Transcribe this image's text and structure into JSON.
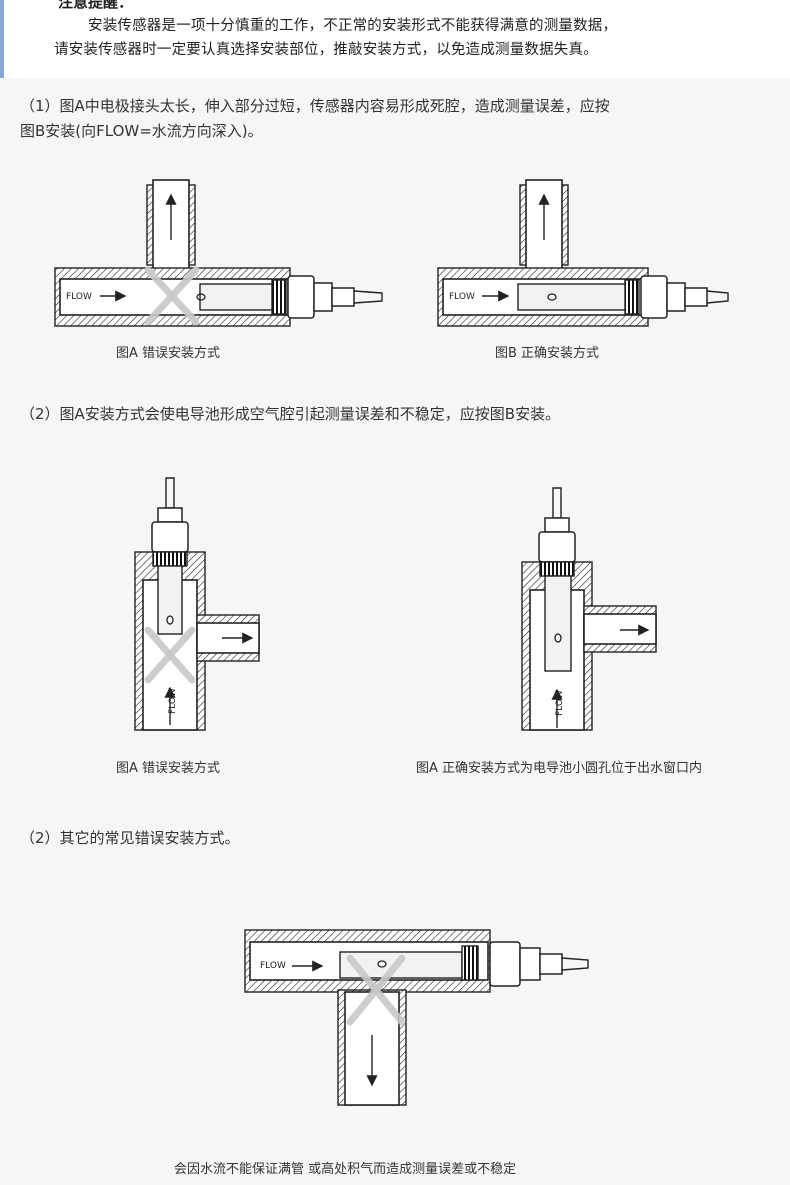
{
  "header": {
    "heading": "注意提醒：",
    "line1": "安装传感器是一项十分慎重的工作，不正常的安装形式不能获得满意的测量数据，",
    "line2": "请安装传感器时一定要认真选择安装部位，推敲安装方式，以免造成测量数据失真。"
  },
  "section1": {
    "line1": "（1）图A中电极接头太长，伸入部分过短，传感器内容易形成死腔，造成测量误差，应按",
    "line2": "图B安装(向FLOW=水流方向深入)。",
    "caption_a": "图A 错误安装方式",
    "caption_b": "图B 正确安装方式",
    "flow_label": "FLOW"
  },
  "section2": {
    "line1": "（2）图A安装方式会使电导池形成空气腔引起测量误差和不稳定，应按图B安装。",
    "caption_a": "图A 错误安装方式",
    "caption_b": "图A 正确安装方式为电导池小圆孔位于出水窗口内",
    "flow_label": "FLOW"
  },
  "section3": {
    "line1": "（2）其它的常见错误安装方式。",
    "caption": "会因水流不能保证满管 或高处积气而造成测量误差或不稳定",
    "flow_label": "FLOW"
  }
}
